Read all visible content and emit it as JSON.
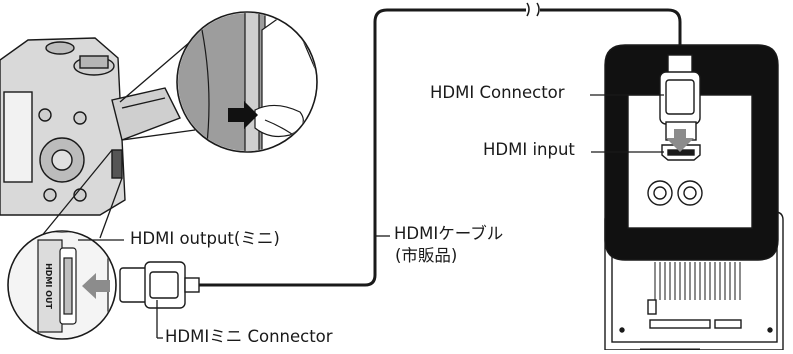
{
  "labels": {
    "hdmi_connector": "HDMI Connector",
    "hdmi_input": "HDMI input",
    "hdmi_output": "HDMI output(ミニ)",
    "cable_line1": "HDMIケーブル",
    "cable_line2": "(市販品)",
    "mini_connector": "HDMIミニ Connector",
    "port_marking": "HDMI OUT",
    "break_mark": "≀≀"
  },
  "colors": {
    "line": "#1a1a1a",
    "camera_gray": "#9a9a9a",
    "arrow_gray": "#8c8c8c",
    "tv_panel": "#ffffff"
  }
}
